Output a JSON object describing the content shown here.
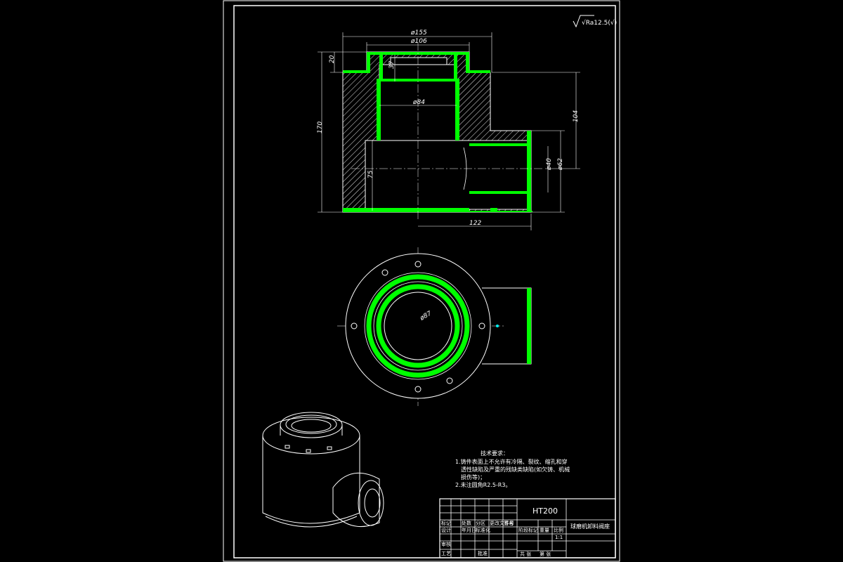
{
  "drawing": {
    "material": "HT200",
    "part_name": "球磨机卸料阀座",
    "scale": "1:1",
    "roughness_symbol": "√Ra12.5(√)"
  },
  "dimensions": {
    "d155": "ø155",
    "d106": "ø106",
    "d84": "ø84",
    "d40": "ø40",
    "d62": "ø62",
    "d87": "ø87",
    "h20": "20",
    "h37": "37",
    "h170": "170",
    "h104": "104",
    "h75": "75",
    "w122": "122"
  },
  "tech_notes": {
    "title": "技术要求：",
    "lines": [
      "1.铸件表面上不允许有冷隔、裂纹、缩孔和穿",
      "透性缺陷及严重的残缺类缺陷(如欠铸、机械",
      "损伤等)；",
      "2.未注圆角R2.5-R3。"
    ]
  },
  "title_block": {
    "labels": {
      "mark": "标记",
      "count": "处数",
      "zone": "分区",
      "change_no": "更改文件号",
      "sign": "签名",
      "date": "年月日",
      "design": "设计",
      "standardize": "标准化",
      "stage_mark": "阶段标记",
      "weight": "重量",
      "scale_label": "比例",
      "review": "审核",
      "process": "工艺",
      "approve": "批准",
      "sheets_total": "共  张",
      "sheet_no": "第  张"
    }
  },
  "colors": {
    "background": "#000000",
    "lines": "#ffffff",
    "section_fill": "#00ff00"
  }
}
